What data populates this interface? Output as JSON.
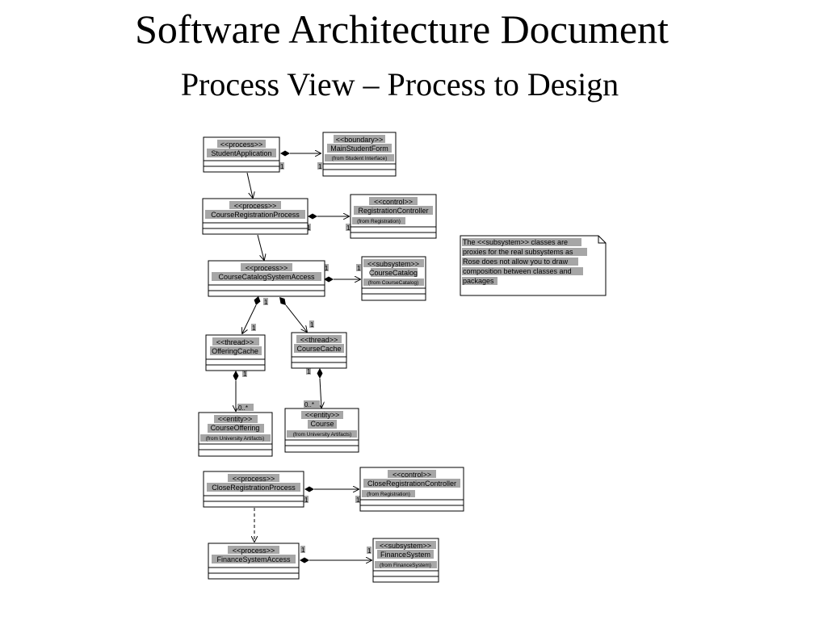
{
  "slide": {
    "title": "Software Architecture Document",
    "subtitle": "Process View – Process to Design"
  },
  "diagram": {
    "classes": {
      "student_application": {
        "stereotype": "<<process>>",
        "name": "StudentApplication"
      },
      "main_student_form": {
        "stereotype": "<<boundary>>",
        "name": "MainStudentForm",
        "from": "(from Student Interface)"
      },
      "course_registration_process": {
        "stereotype": "<<process>>",
        "name": "CourseRegistrationProcess"
      },
      "registration_controller": {
        "stereotype": "<<control>>",
        "name": "RegistrationController",
        "from": "(from Registration)"
      },
      "course_catalog_system_access": {
        "stereotype": "<<process>>",
        "name": "CourseCatalogSystemAccess"
      },
      "course_catalog": {
        "stereotype": "<<subsystem>>",
        "name": "CourseCatalog",
        "from": "(from CourseCatalog)"
      },
      "offering_cache": {
        "stereotype": "<<thread>>",
        "name": "OfferingCache"
      },
      "course_cache": {
        "stereotype": "<<thread>>",
        "name": "CourseCache"
      },
      "course_offering": {
        "stereotype": "<<entity>>",
        "name": "CourseOffering",
        "from": "(from University Artifacts)"
      },
      "course": {
        "stereotype": "<<entity>>",
        "name": "Course",
        "from": "(from University Artifacts)"
      },
      "close_registration_process": {
        "stereotype": "<<process>>",
        "name": "CloseRegistrationProcess"
      },
      "close_registration_controller": {
        "stereotype": "<<control>>",
        "name": "CloseRegistrationController",
        "from": "(from Registration)"
      },
      "finance_system_access": {
        "stereotype": "<<process>>",
        "name": "FinanceSystemAccess"
      },
      "finance_system": {
        "stereotype": "<<subsystem>>",
        "name": "FinanceSystem",
        "from": "(from FinanceSystem)"
      }
    },
    "multiplicities": {
      "one": "1",
      "zero_many": "0..*"
    },
    "note": {
      "lines": [
        "The <<subsystem>> classes are",
        "proxies for the real subsystems as",
        "Rose does not allow you to draw",
        "composition between classes and",
        "packages"
      ]
    }
  }
}
